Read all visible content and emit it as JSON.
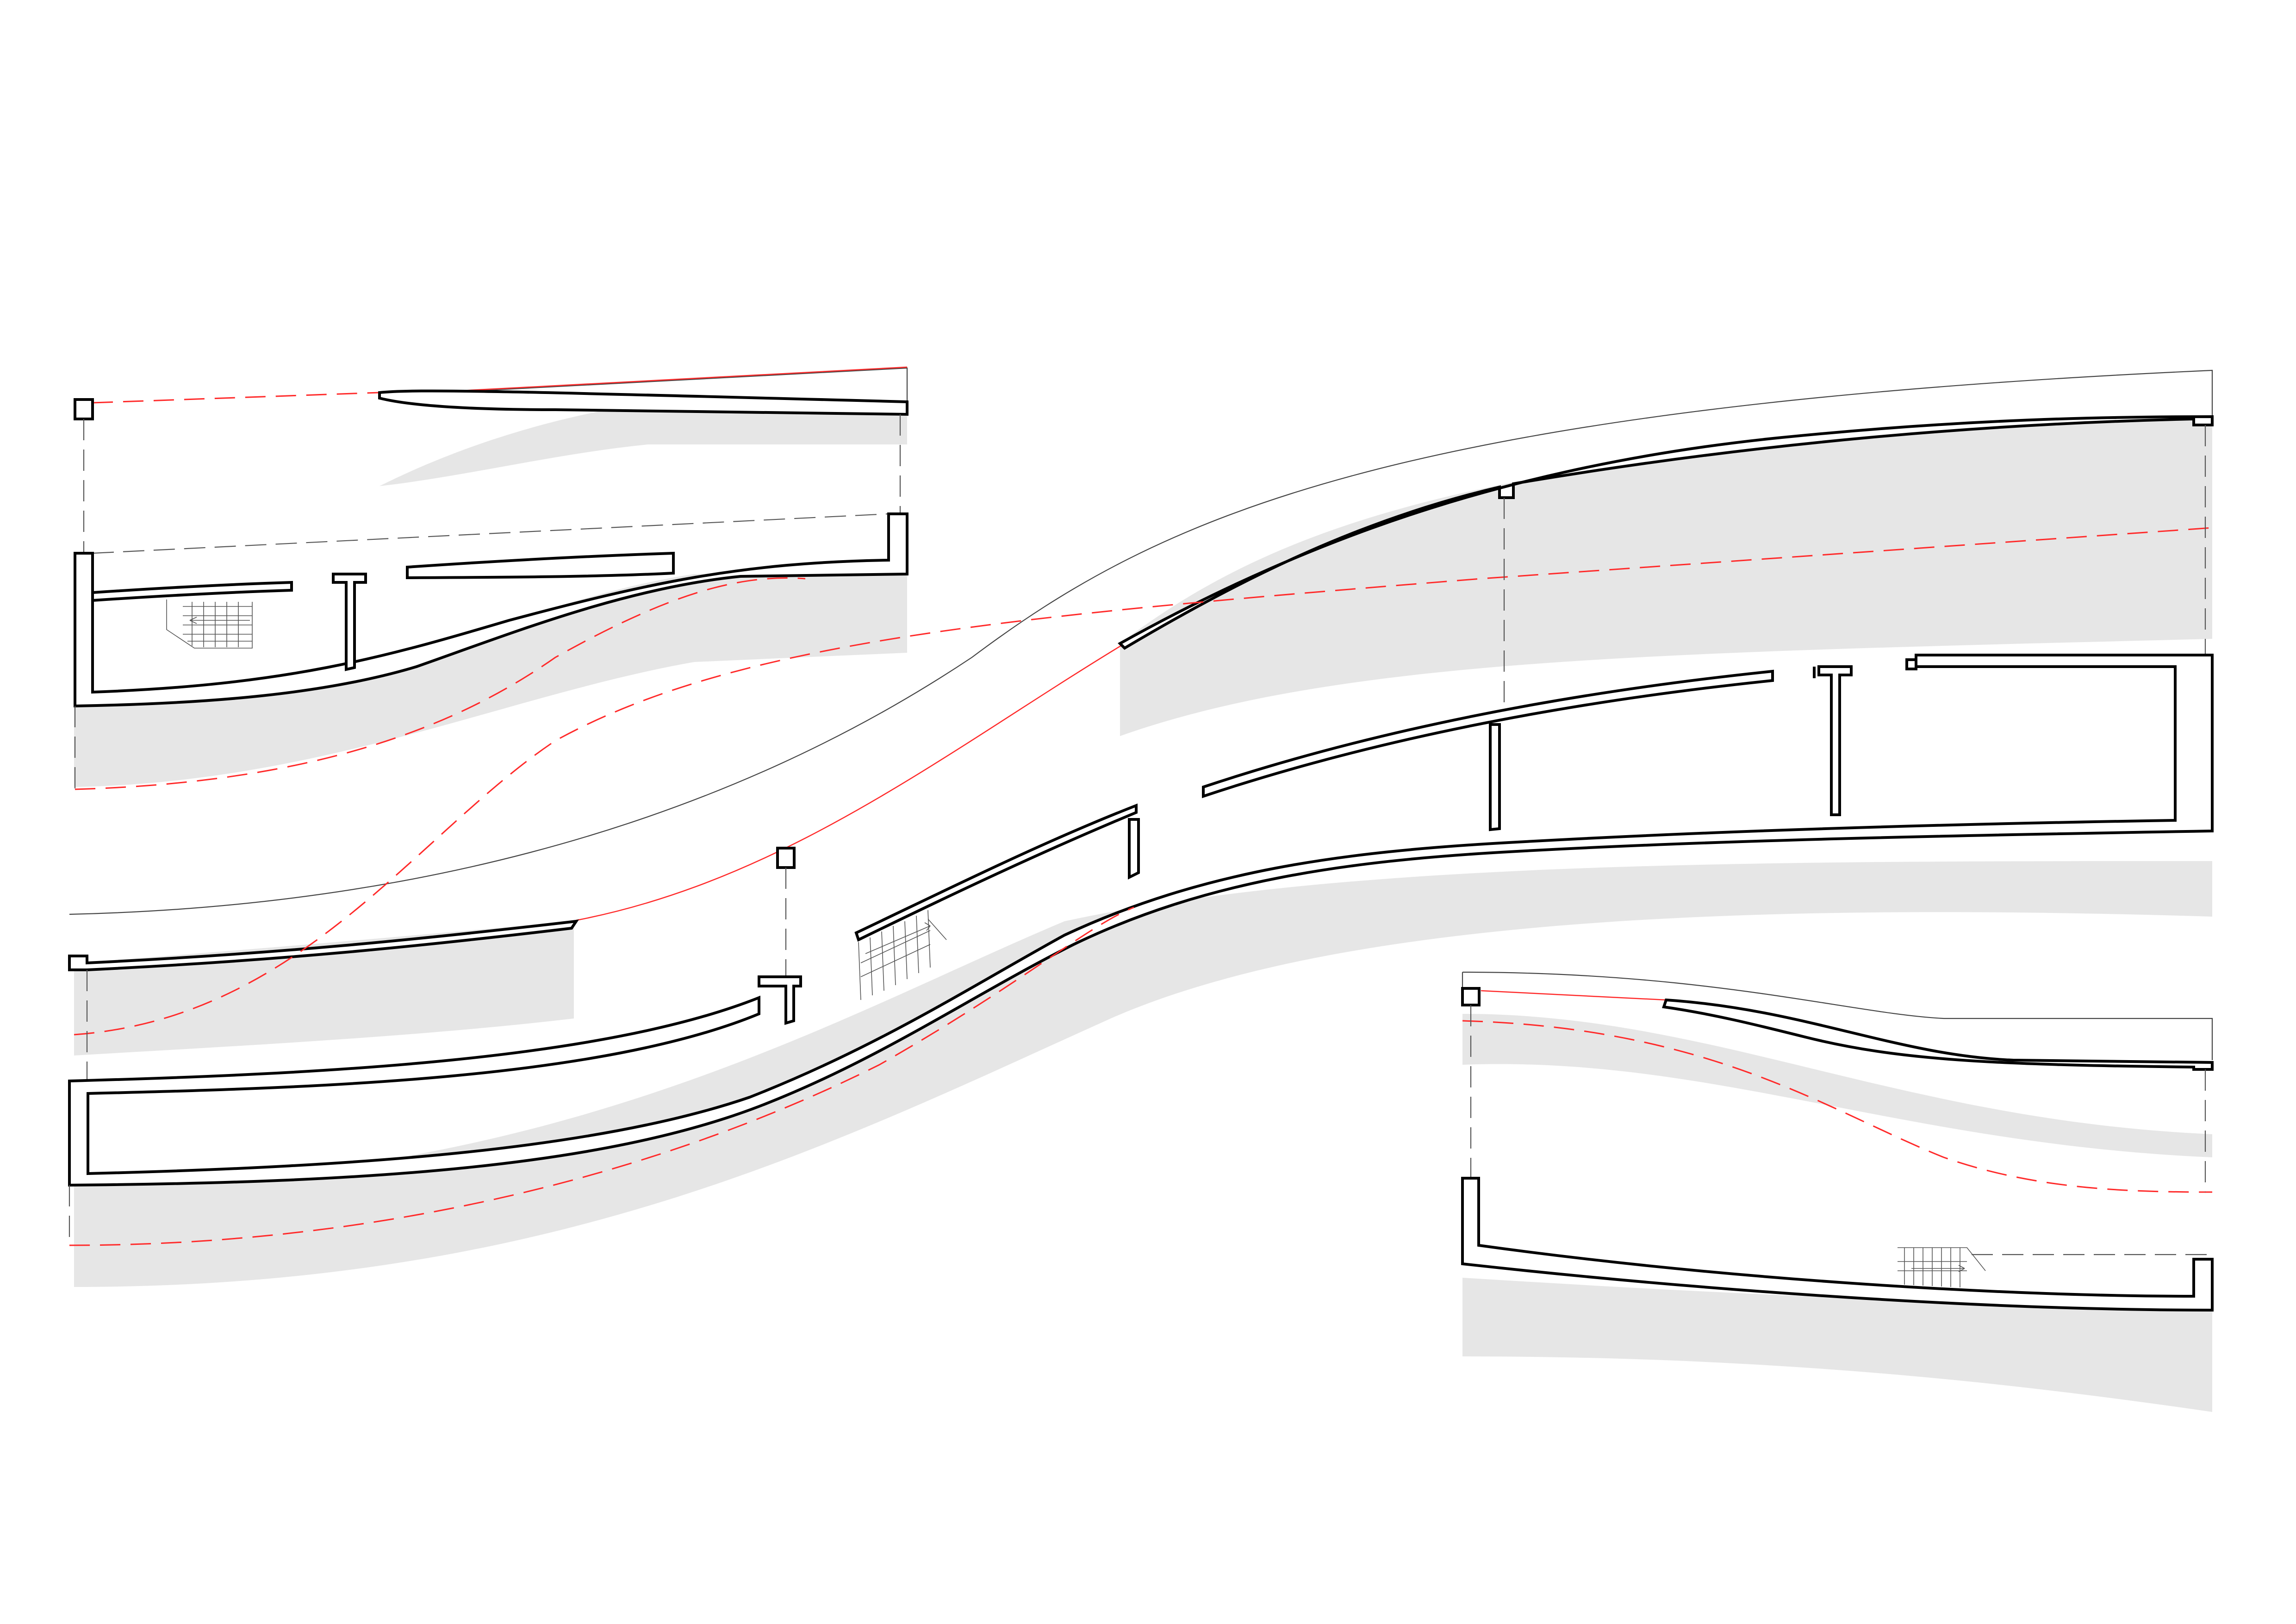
{
  "drawing": {
    "type": "architectural-section",
    "units_shown": [],
    "colors": {
      "structure": "#000000",
      "shadow": "#e6e6e6",
      "reference_line": "#ff2a2a",
      "projection_line": "#555555",
      "background": "#ffffff"
    },
    "parts": [
      {
        "name": "upper-left-section",
        "features": [
          "roof-slab",
          "floor-slab",
          "stair"
        ]
      },
      {
        "name": "central-ramp-section",
        "features": [
          "curved-roof",
          "curved-floor",
          "partition-walls",
          "stair"
        ]
      },
      {
        "name": "lower-right-section",
        "features": [
          "curved-roof",
          "floor-slab",
          "stair"
        ]
      }
    ]
  }
}
